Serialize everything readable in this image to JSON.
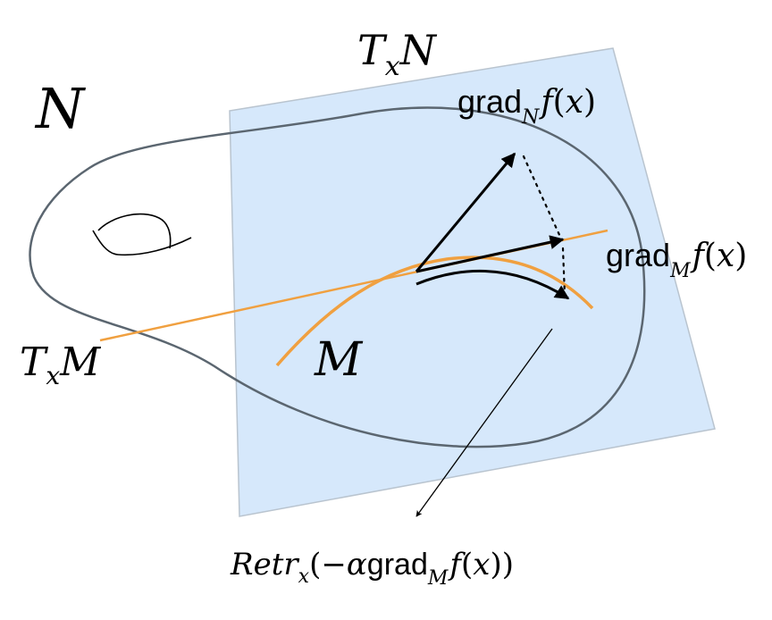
{
  "labels": {
    "manifold_n": "N",
    "tangent_space_n": {
      "base": "T",
      "sub": "x",
      "tail": "N"
    },
    "manifold_m": "M",
    "tangent_space_m": {
      "base": "T",
      "sub": "x",
      "tail": "M"
    },
    "grad_n": {
      "word": "grad",
      "sub": "N",
      "func": "f",
      "open": "(",
      "arg": "x",
      "close": ")"
    },
    "grad_m": {
      "word": "grad",
      "sub": "M",
      "func": "f",
      "open": "(",
      "arg": "x",
      "close": ")"
    },
    "retraction": {
      "prefix": "Retr",
      "prefix_sub": "x",
      "open": "(",
      "minus": "−",
      "alpha": "α",
      "word": "grad",
      "word_sub": "M",
      "func": "f",
      "arg_open": "(",
      "arg": "x",
      "close": "))"
    }
  },
  "colors": {
    "plane_fill": "#d6e8fb",
    "plane_stroke": "#b9c4cf",
    "manifold_n_stroke": "#5b6670",
    "manifold_m_stroke": "#f0a040",
    "vector_stroke": "#000000"
  }
}
